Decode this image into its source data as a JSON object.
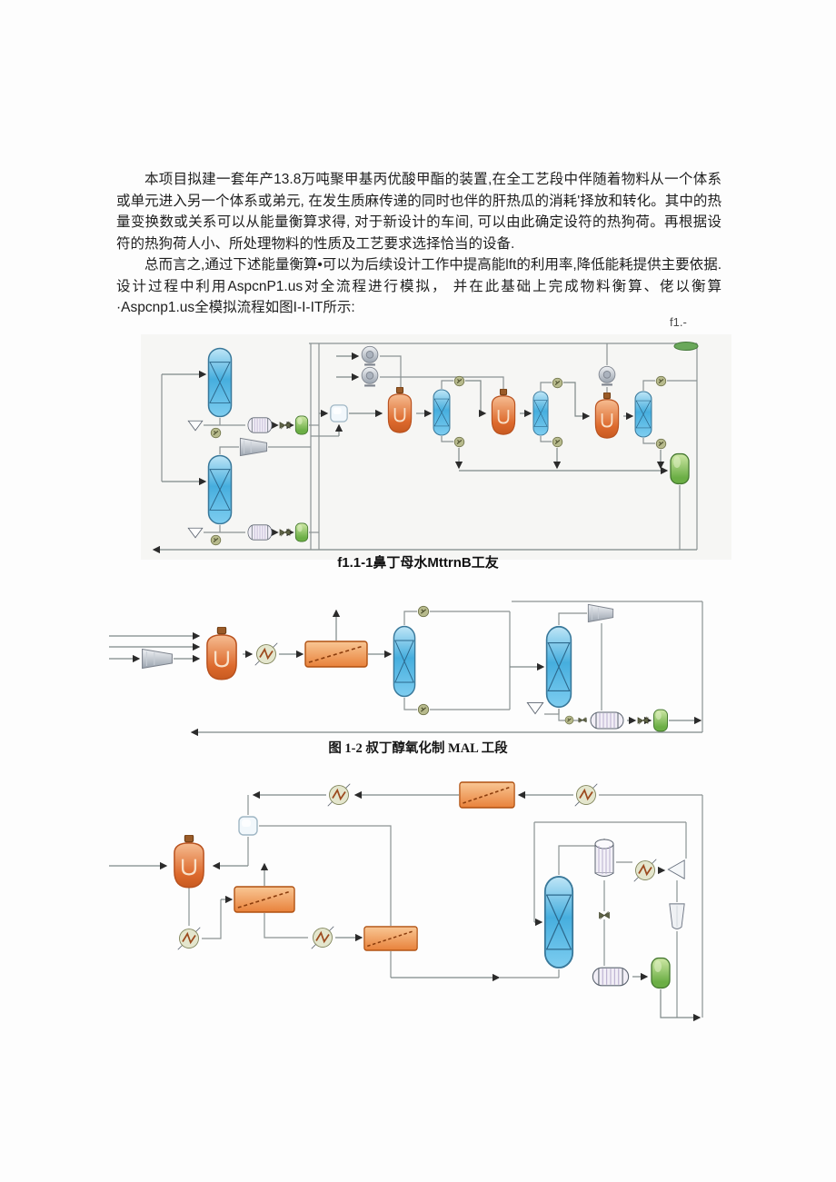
{
  "document": {
    "paragraphs": [
      {
        "text": "本项目拟建一套年产13.8万吨聚甲基丙优酸甲酯的装置,在全工艺段中伴随着物料从一个体系或单元进入另一个体系或弟元, 在发生质麻传递的同时也伴的肝热瓜的消耗'择放和转化。其中的热量变换数或关系可以从能量衡算求得, 对于新设计的车间, 可以由此确定设符的热狗荷。再根据设符的热狗荷人小、所处理物料的性质及工艺要求选择恰当的设备."
      },
      {
        "text": "总而言之,通过下述能量衡算•可以为后续设计工作中提高能lft的利用率,降低能耗提供主要依据.设计过程中利用AspcnP1.us对全流程进行模拟， 并在此基础上完成物料衡算、佬以衡算·Aspcnp1.us全模拟流程如图I-I-IT所示:"
      }
    ],
    "figures": [
      {
        "corner_label": "f1.-",
        "caption": "f1.1-1鼻丁母水MttrnB工友"
      },
      {
        "caption": "图 1-2 叔丁醇氧化制 MAL 工段"
      },
      {
        "caption": ""
      }
    ],
    "colors": {
      "column_blue": "#46aede",
      "reactor_orange": "#dd6a2d",
      "exchanger_block_orange": "#e8813a",
      "vessel_green": "#6bae45",
      "pump_olive": "#b7ba8c",
      "equipment_gray": "#c3c9d2",
      "stream_line_gray": "#8b9393",
      "text_black": "#1e1e1e"
    },
    "icons": {
      "distillation-column-icon": "blue packed column with X internals",
      "stirred-reactor-icon": "orange agitated tank with top motor",
      "heat-exchanger-circle-icon": "circle with zigzag coil",
      "heat-exchanger-block-icon": "orange rectangle with dashed diagonal",
      "shell-tube-exchanger-icon": "horizontal striped cylinder",
      "storage-vessel-icon": "green rounded drum",
      "pump-icon": "small olive circle",
      "blower-icon": "gray circle with base",
      "compressor-icon": "gray trapezoid",
      "mixer-icon": "light square block",
      "valve-icon": "dark bowtie",
      "funnel-icon": "downward triangle",
      "tube-bundle-icon": "vertical striped cylinder",
      "cup-icon": "tapered cup",
      "nozzle-icon": "left-pointing triangle"
    }
  }
}
